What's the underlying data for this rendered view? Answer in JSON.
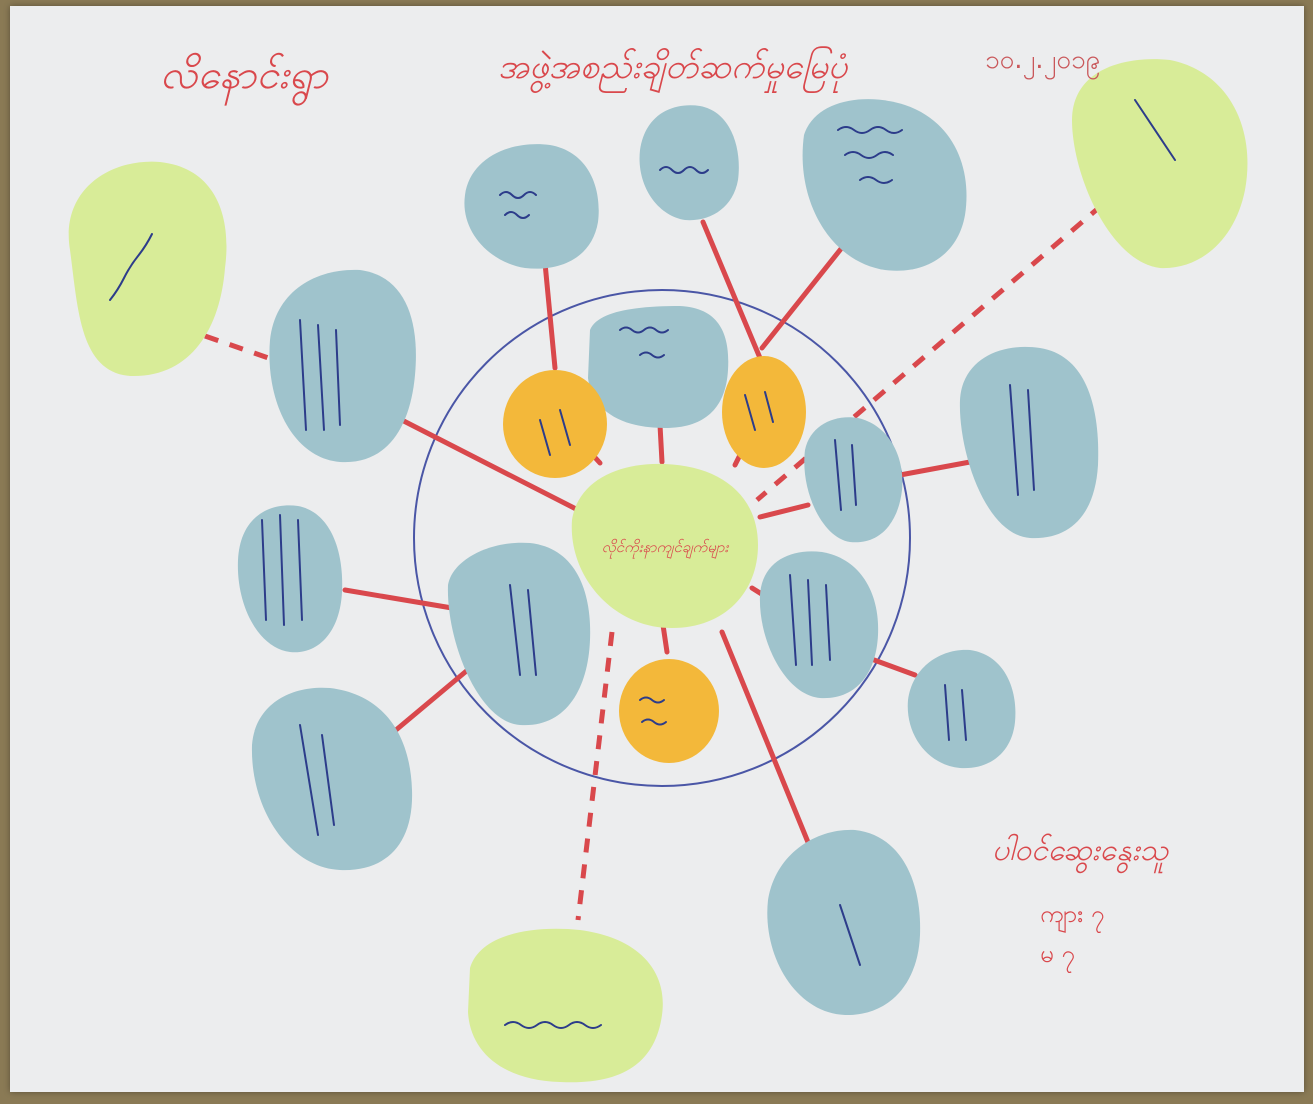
{
  "header": {
    "left_title": "လိနောင်းရွာ",
    "center_title": "အဖွဲ့အစည်းချိတ်ဆက်မှုမြေပုံ",
    "date": "၁၀.၂.၂၀၁၉"
  },
  "center": {
    "label": "လိုင်ကိုးနာကျင်ချက်များ"
  },
  "colors": {
    "paper": "#ecedee",
    "blue_bubble": "#9fc3cc",
    "green_bubble": "#d8ec98",
    "yellow_bubble": "#f3b83a",
    "red_line": "#d9484c",
    "circle_stroke": "#4a56a6",
    "blue_ink": "#2c3c8a"
  },
  "footer": {
    "participants_label": "ပါဝင်ဆွေးနွေးသူ",
    "counts": [
      "ကျား ၇",
      "မ ၇"
    ]
  }
}
